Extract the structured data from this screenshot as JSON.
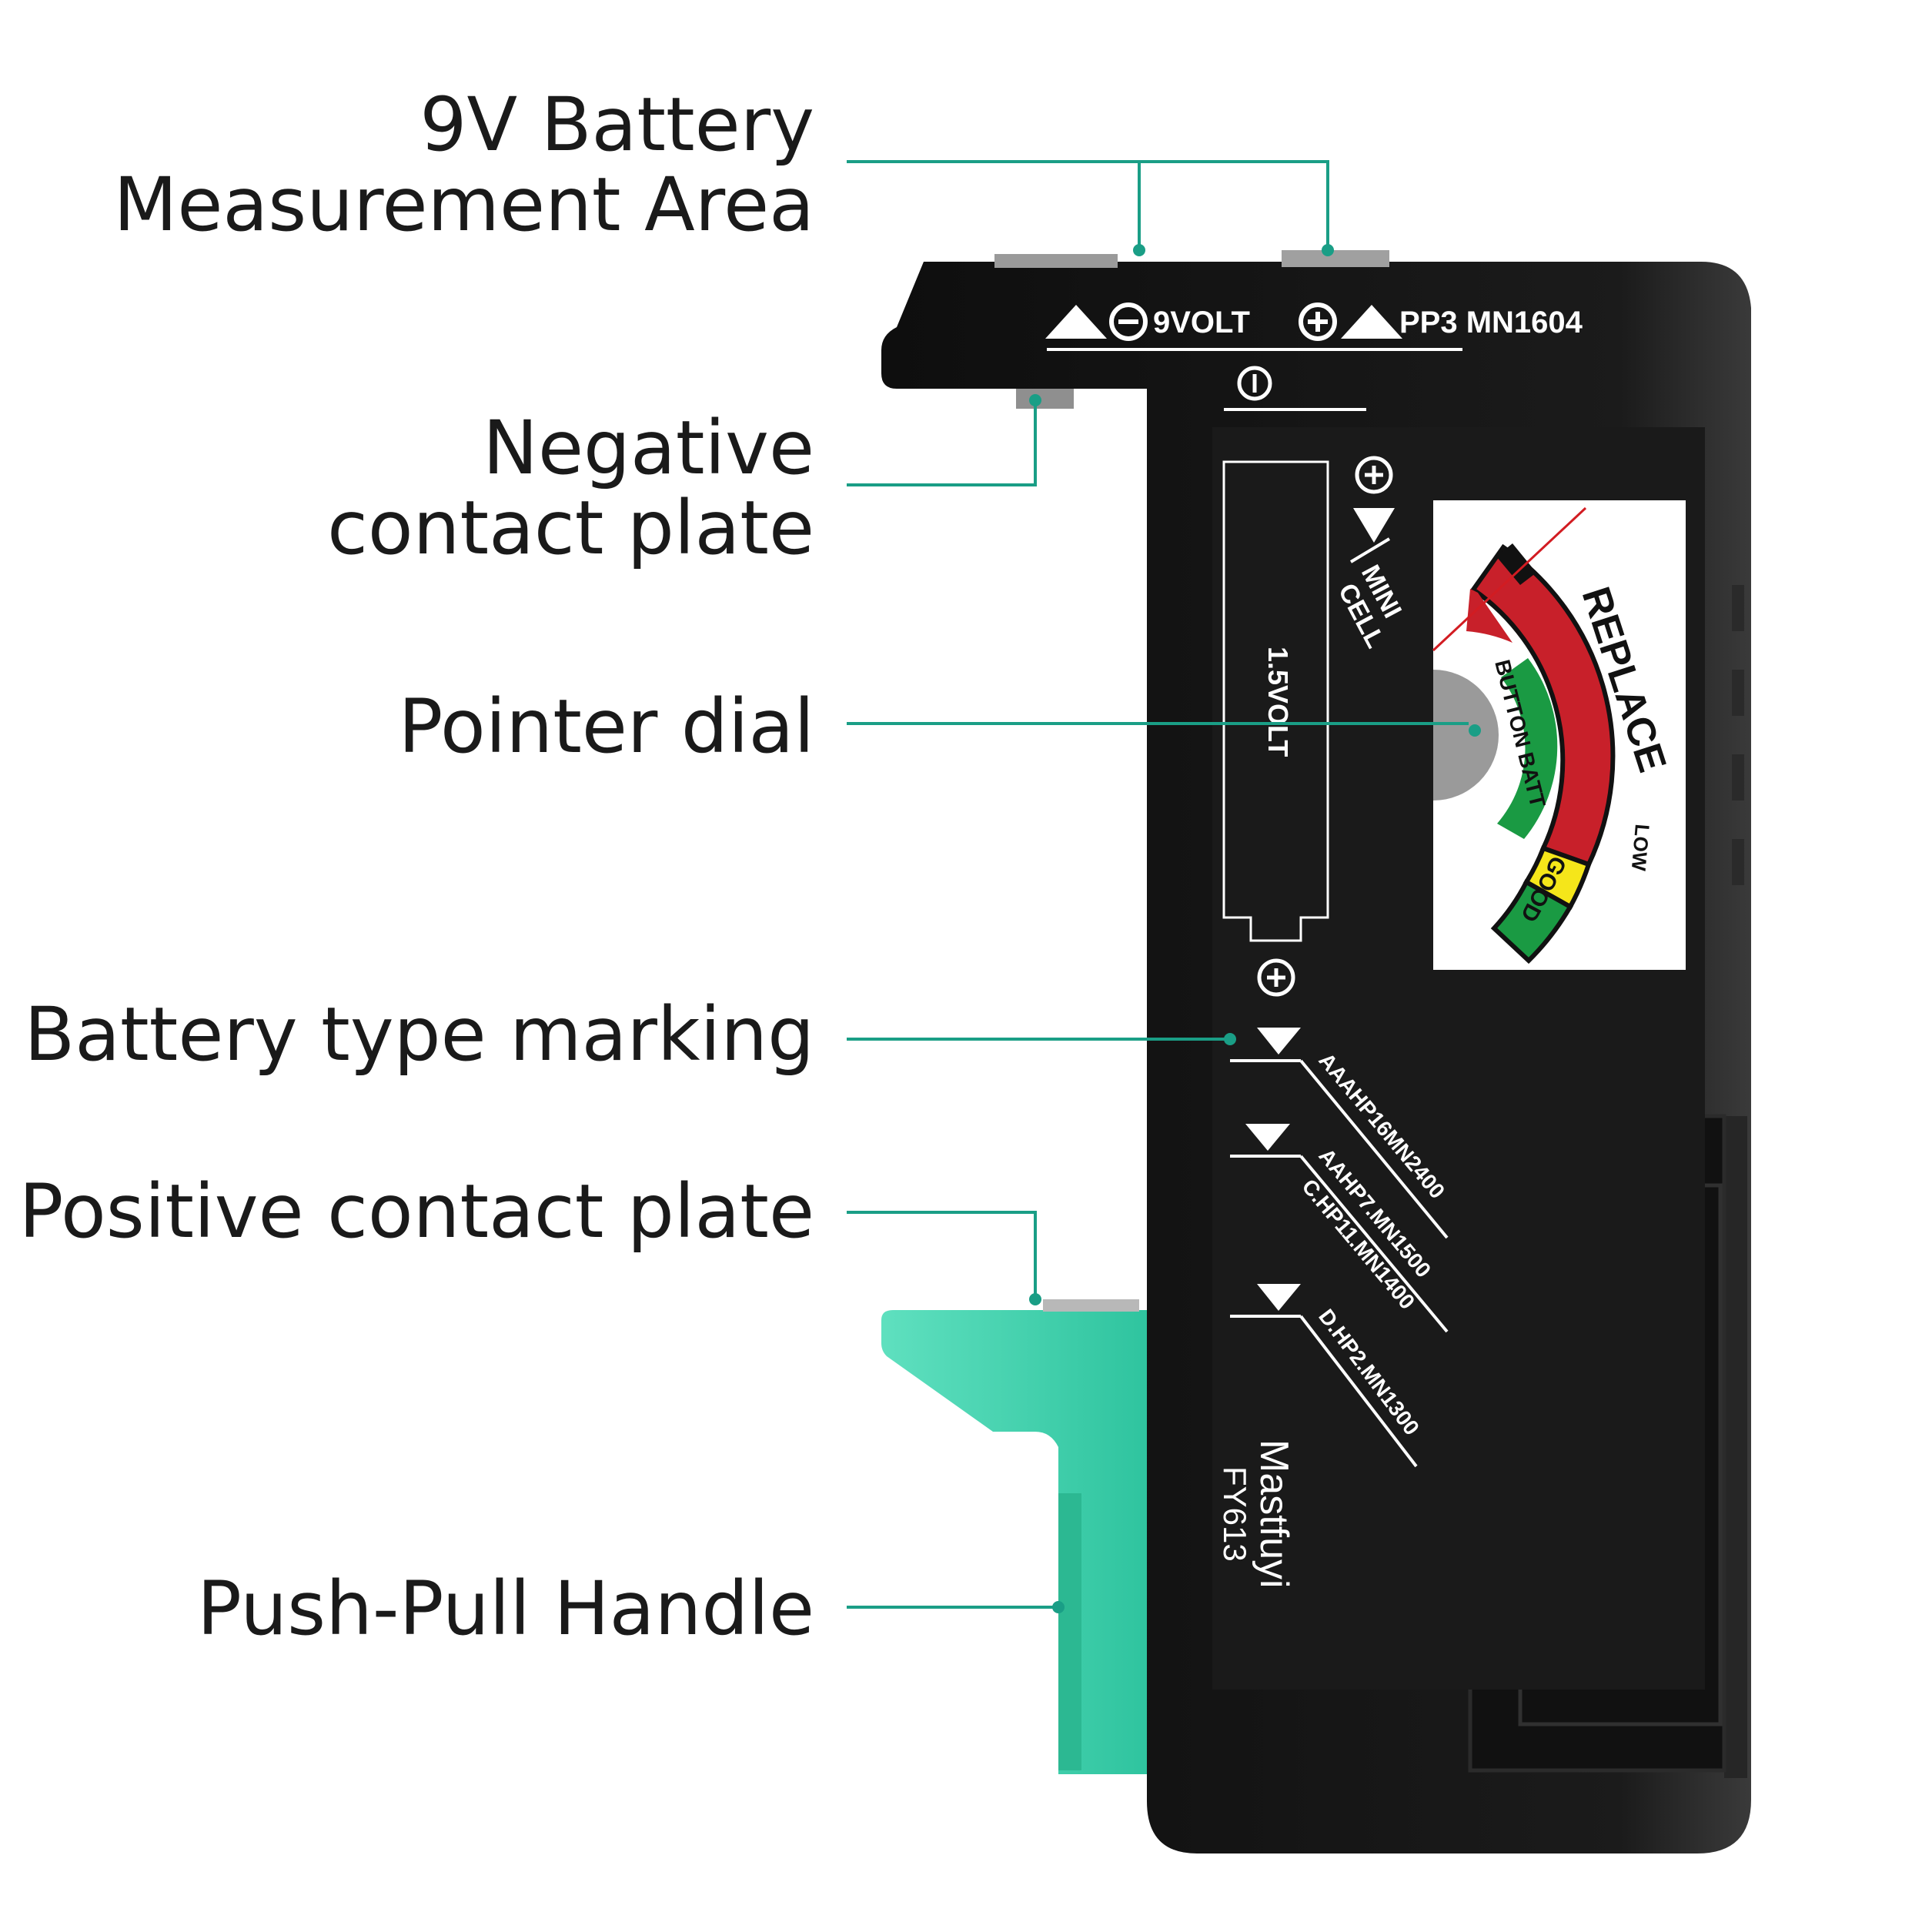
{
  "callouts": {
    "battery9v": {
      "line1": "9V Battery",
      "line2": "Measurement Area"
    },
    "negative": {
      "line1": "Negative",
      "line2": "contact plate"
    },
    "dial": {
      "line1": "Pointer dial"
    },
    "type_marking": {
      "line1": "Battery type marking"
    },
    "positive": {
      "line1": "Positive contact plate"
    },
    "handle": {
      "line1": "Push-Pull Handle"
    }
  },
  "device": {
    "top_left_label": "9VOLT",
    "top_right_label": "PP3 MN1604",
    "cell_label": "1.5VOLT",
    "mini_cell": {
      "line1": "MINI",
      "line2": "CELL"
    },
    "dial": {
      "replace": "REPLACE",
      "low": "LOW",
      "good": "GOOD",
      "button": "BUTTON BATT"
    },
    "types": [
      "AAAHP16MN2400",
      "AAHP7.MN1500",
      "C.HP11.MN1400",
      "D.HP2.MN1300"
    ],
    "brand": "Mastfuyi",
    "model": "FY613"
  },
  "colors": {
    "accent": "#1a9e86",
    "body": "#151515",
    "handle": "#3ed3ad",
    "replace_red": "#c8202a",
    "low_yellow": "#f5e61a",
    "good_green": "#1a9a43"
  }
}
